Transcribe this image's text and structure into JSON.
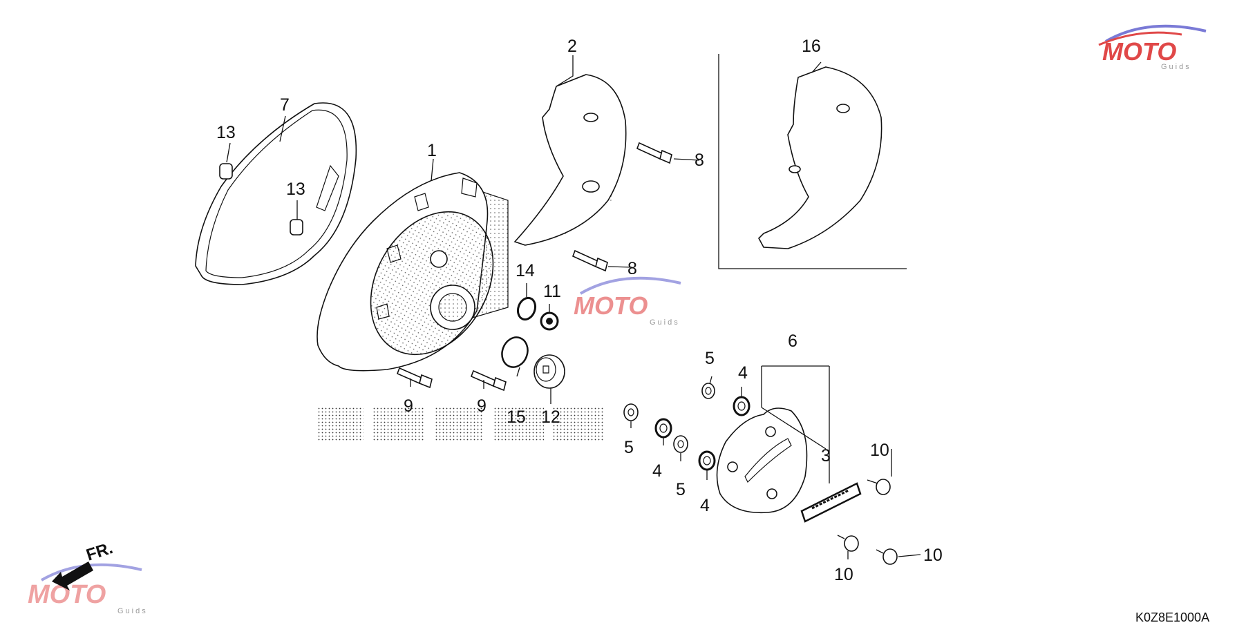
{
  "diagram": {
    "drawing_code": "K0Z8E1000A",
    "direction_label": "FR.",
    "watermark": {
      "brand": "MOTO",
      "sub": "Guids"
    },
    "callouts": {
      "c1": "1",
      "c2": "2",
      "c3": "3",
      "c4a": "4",
      "c4b": "4",
      "c4c": "4",
      "c5a": "5",
      "c5b": "5",
      "c5c": "5",
      "c6": "6",
      "c7": "7",
      "c8a": "8",
      "c8b": "8",
      "c9a": "9",
      "c9b": "9",
      "c10a": "10",
      "c10b": "10",
      "c10c": "10",
      "c11": "11",
      "c12": "12",
      "c13a": "13",
      "c13b": "13",
      "c14": "14",
      "c15": "15",
      "c16": "16"
    },
    "colors": {
      "line": "#111111",
      "watermark_red": "#e04848",
      "watermark_blue": "#7a7ad6",
      "watermark_gray": "#9a9a9a"
    }
  }
}
